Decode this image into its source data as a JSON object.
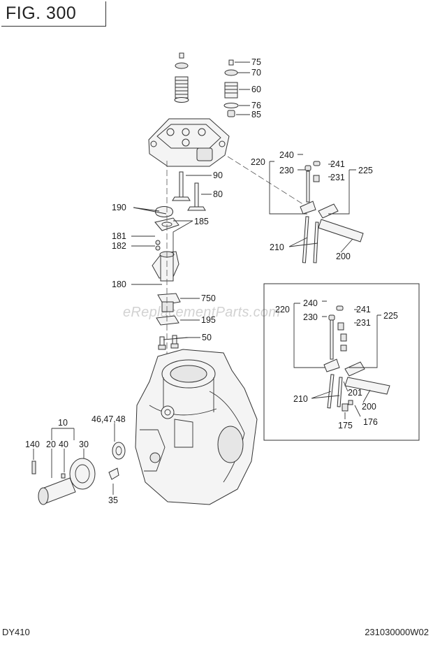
{
  "header": {
    "figure_title": "FIG. 300"
  },
  "footer": {
    "model": "DY410",
    "code": "231030000W02"
  },
  "watermark": "eReplacementParts.com",
  "labels": {
    "l75": "75",
    "l70": "70",
    "l60": "60",
    "l76": "76",
    "l85": "85",
    "l90": "90",
    "l80": "80",
    "l190": "190",
    "l185": "185",
    "l181": "181",
    "l182": "182",
    "l180": "180",
    "l750": "750",
    "l195": "195",
    "l50": "50",
    "l10": "10",
    "l140": "140",
    "l20": "20",
    "l40": "40",
    "l30": "30",
    "l464748": "46,47,48",
    "l35": "35",
    "u220": "220",
    "u240": "240",
    "u241": "241",
    "u230": "230",
    "u231": "231",
    "u225": "225",
    "u210": "210",
    "u200": "200",
    "b220": "220",
    "b240": "240",
    "b241": "241",
    "b230": "230",
    "b231": "231",
    "b225": "225",
    "b210": "210",
    "b201": "201",
    "b200": "200",
    "b175": "175",
    "b176": "176"
  }
}
